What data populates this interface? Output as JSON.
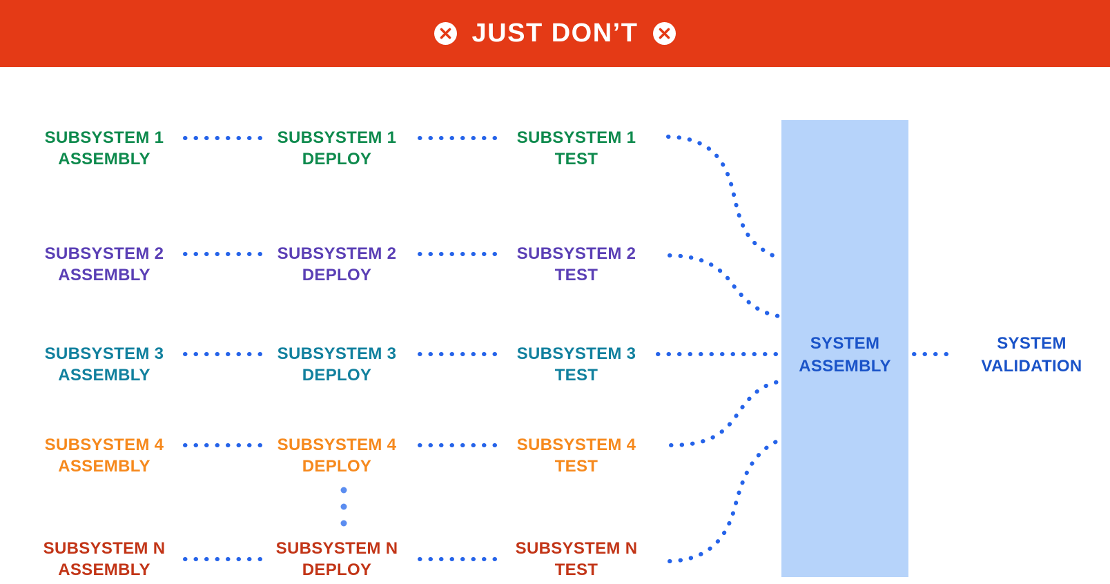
{
  "header": {
    "title": "JUST DON’T",
    "icon": "circle-x-icon",
    "background": "#e43a16",
    "text_color": "#ffffff",
    "icon_circle_color": "#ffffff",
    "icon_x_color": "#e43a16"
  },
  "rows": [
    {
      "id": "1",
      "title": "SUBSYSTEM 1",
      "color": "#0e8a4d",
      "stages": [
        "ASSEMBLY",
        "DEPLOY",
        "TEST"
      ]
    },
    {
      "id": "2",
      "title": "SUBSYSTEM 2",
      "color": "#5a3fb5",
      "stages": [
        "ASSEMBLY",
        "DEPLOY",
        "TEST"
      ]
    },
    {
      "id": "3",
      "title": "SUBSYSTEM 3",
      "color": "#11809e",
      "stages": [
        "ASSEMBLY",
        "DEPLOY",
        "TEST"
      ]
    },
    {
      "id": "4",
      "title": "SUBSYSTEM 4",
      "color": "#f6891d",
      "stages": [
        "ASSEMBLY",
        "DEPLOY",
        "TEST"
      ]
    },
    {
      "id": "N",
      "title": "SUBSYSTEM N",
      "color": "#c23517",
      "stages": [
        "ASSEMBLY",
        "DEPLOY",
        "TEST"
      ]
    }
  ],
  "system_assembly": {
    "line1": "SYSTEM",
    "line2": "ASSEMBLY",
    "box_color": "#b6d3fa",
    "text_color": "#1a53c8"
  },
  "system_validation": {
    "line1": "SYSTEM",
    "line2": "VALIDATION",
    "text_color": "#1a53c8"
  },
  "connectors": {
    "dot_color": "#2563e9",
    "ellipsis_dot_color": "#5b8df0",
    "ellipsis_icon": "vertical-ellipsis-dots"
  }
}
